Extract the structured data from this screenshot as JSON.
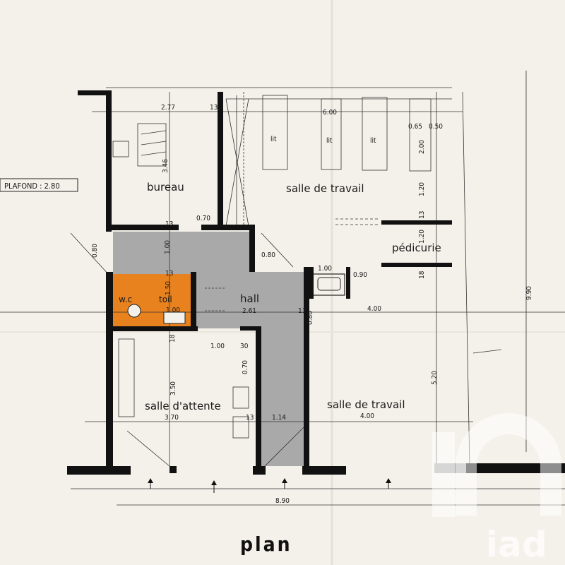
{
  "plan": {
    "title": "plan",
    "ceiling_note": "PLAFOND : 2.80",
    "colors": {
      "paper": "#f4f1ea",
      "hall": "#a9a9a9",
      "wc": "#e8821e",
      "wall": "#111111"
    },
    "rooms": {
      "bureau": "bureau",
      "salle_travail_top": "salle de travail",
      "pedicurie": "pédicurie",
      "hall": "hall",
      "wc": "w.c",
      "toil": "toil",
      "salle_attente": "salle d'attente",
      "salle_travail_bottom": "salle de travail"
    },
    "beds": [
      "lit",
      "lit",
      "lit"
    ],
    "dimensions": {
      "d277": "2.77",
      "d13a": "13",
      "d600": "6.00",
      "d065": "0.65",
      "d050": "0.50",
      "d200": "2.00",
      "d346": "3.46",
      "d070a": "0.70",
      "d13b": "13",
      "d120a": "1.20",
      "d13c": "13",
      "d120b": "1.20",
      "d080a": "0.80",
      "d100a": "1.00",
      "d080b": "0.80",
      "d100b": "1.00",
      "d090": "0.90",
      "d18a": "18",
      "d150": "1.50",
      "d100c": "1.00",
      "d261": "2.61",
      "d13d": "13",
      "d080c": "0.80",
      "d400a": "4.00",
      "d990": "9.90",
      "d18b": "18",
      "d100d": "1.00",
      "d30": "30",
      "d070b": "0.70",
      "d350": "3.50",
      "d520": "5.20",
      "d370": "3.70",
      "d13e": "13",
      "d114": "1.14",
      "d400b": "4.00",
      "d890": "8.90",
      "d13f": "13"
    }
  },
  "watermark": {
    "brand": "iad"
  }
}
